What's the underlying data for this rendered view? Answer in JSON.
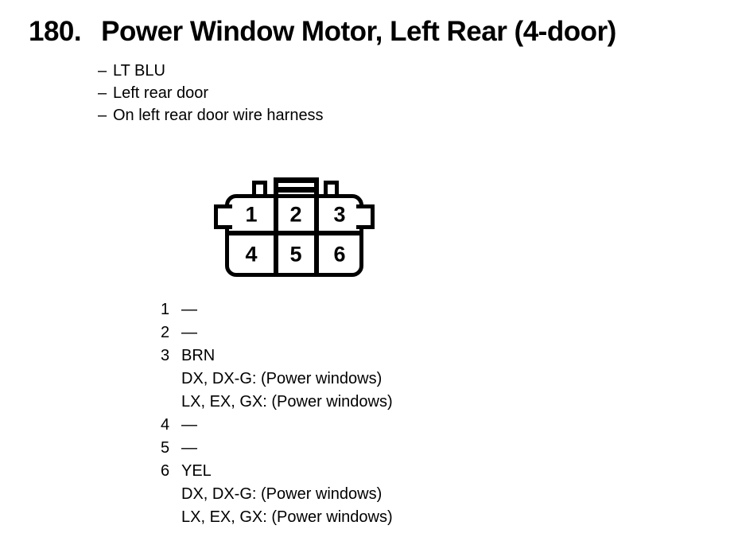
{
  "header": {
    "number": "180.",
    "title": "Power Window Motor, Left Rear (4-door)"
  },
  "bullets": [
    {
      "prefix": "–",
      "text": "LT BLU"
    },
    {
      "prefix": "–",
      "text": "Left rear door"
    },
    {
      "prefix": "–",
      "text": "On left rear door wire harness"
    }
  ],
  "connector": {
    "rows": 2,
    "cols": 3,
    "cells": [
      "1",
      "2",
      "3",
      "4",
      "5",
      "6"
    ]
  },
  "pinout": [
    {
      "pin": "1",
      "value": "—",
      "notes": []
    },
    {
      "pin": "2",
      "value": "—",
      "notes": []
    },
    {
      "pin": "3",
      "value": "BRN",
      "notes": [
        "DX, DX-G: (Power windows)",
        "LX, EX, GX: (Power windows)"
      ]
    },
    {
      "pin": "4",
      "value": "—",
      "notes": []
    },
    {
      "pin": "5",
      "value": "—",
      "notes": []
    },
    {
      "pin": "6",
      "value": "YEL",
      "notes": [
        "DX, DX-G: (Power windows)",
        "LX, EX, GX: (Power windows)"
      ]
    }
  ],
  "colors": {
    "ink": "#000000",
    "paper": "#ffffff"
  }
}
